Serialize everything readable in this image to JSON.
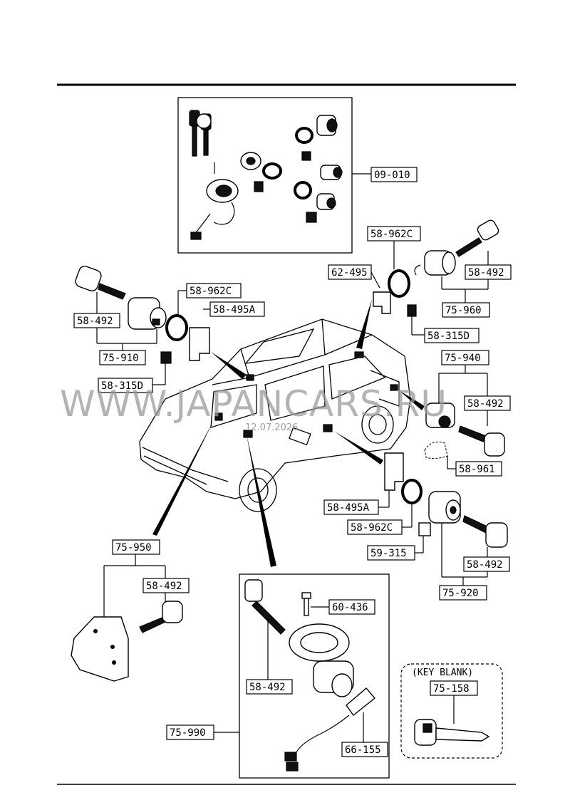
{
  "watermark": {
    "text": "WWW.JAPANCARS.RU",
    "date": "12.07.2026"
  },
  "key_blank_caption": "(KEY BLANK)",
  "labels": {
    "l09010": "09-010",
    "l58962c_top": "58-962C",
    "l62495": "62-495",
    "l58492_tr": "58-492",
    "l75960": "75-960",
    "l58315d_r": "58-315D",
    "l58492_l": "58-492",
    "l58962c_l": "58-962C",
    "l58495a_l": "58-495A",
    "l75910": "75-910",
    "l58315d_l": "58-315D",
    "l75940": "75-940",
    "l58492_r": "58-492",
    "l58961": "58-961",
    "l58495a_r": "58-495A",
    "l58962c_r": "58-962C",
    "l59315": "59-315",
    "l58492_br": "58-492",
    "l75920": "75-920",
    "l75950": "75-950",
    "l58492_bl": "58-492",
    "l60436": "60-436",
    "l58492_bc": "58-492",
    "l75990": "75-990",
    "l66155": "66-155",
    "l75158": "75-158"
  }
}
